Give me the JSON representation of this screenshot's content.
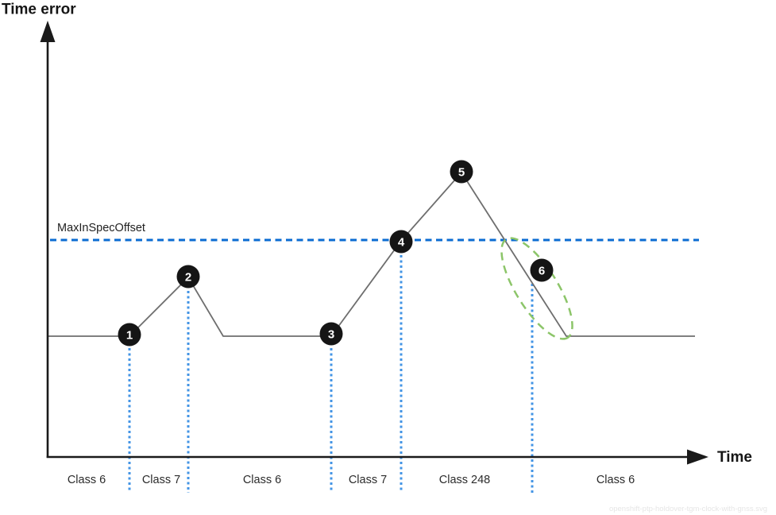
{
  "titles": {
    "y_axis": "Time error",
    "x_axis": "Time"
  },
  "threshold": {
    "label": "MaxInSpecOffset"
  },
  "markers": [
    {
      "label": "1"
    },
    {
      "label": "2"
    },
    {
      "label": "3"
    },
    {
      "label": "4"
    },
    {
      "label": "5"
    },
    {
      "label": "6"
    }
  ],
  "class_regions": [
    {
      "label": "Class 6"
    },
    {
      "label": "Class 7"
    },
    {
      "label": "Class 6"
    },
    {
      "label": "Class 7"
    },
    {
      "label": "Class 248"
    },
    {
      "label": "Class 6"
    }
  ],
  "watermark": "openshift-ptp-holdover-tgm-clock-with-gnss.svg",
  "colors": {
    "threshold_blue": "#0b6cd2",
    "guide_blue": "#4394e5",
    "line_gray": "#6e6e6e",
    "marker_black": "#151515",
    "ellipse_green": "#8cc569",
    "axis_black": "#1a1a1a"
  }
}
